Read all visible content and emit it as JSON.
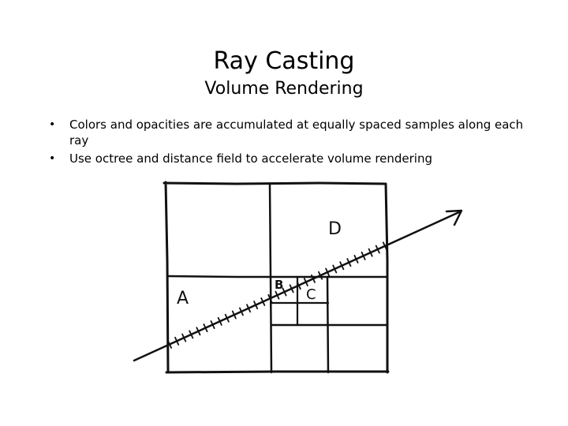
{
  "slide": {
    "title": "Ray Casting",
    "subtitle": "Volume Rendering",
    "bullets": [
      "Colors and opacities are accumulated at equally spaced samples along each ray",
      "Use octree and distance field to accelerate volume rendering"
    ]
  },
  "diagram": {
    "cell_labels": {
      "a": "A",
      "b": "B",
      "c": "C",
      "d": "D"
    }
  }
}
